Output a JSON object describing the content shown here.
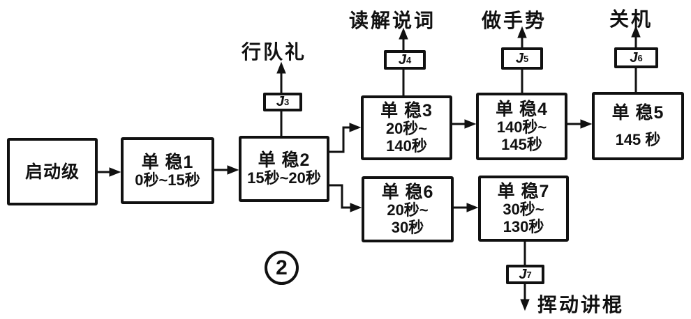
{
  "figure_label": "2",
  "colors": {
    "ink": "#111111",
    "background": "#ffffff"
  },
  "boxes": [
    {
      "id": "start",
      "lines": [
        "启动级"
      ]
    },
    {
      "id": "monostable-1",
      "lines": [
        "单 稳1",
        "0秒~15秒"
      ]
    },
    {
      "id": "monostable-2",
      "lines": [
        "单 稳2",
        "15秒~20秒"
      ]
    },
    {
      "id": "monostable-3",
      "lines": [
        "单 稳3",
        "20秒~",
        "140秒"
      ]
    },
    {
      "id": "monostable-4",
      "lines": [
        "单 稳4",
        "140秒~",
        "145秒"
      ]
    },
    {
      "id": "monostable-5",
      "lines": [
        "单 稳5",
        "145 秒"
      ]
    },
    {
      "id": "monostable-6",
      "lines": [
        "单 稳6",
        "20秒~",
        "30秒"
      ]
    },
    {
      "id": "monostable-7",
      "lines": [
        "单 稳7",
        "30秒~",
        "130秒"
      ]
    }
  ],
  "relays": [
    {
      "id": "J3",
      "letter": "J",
      "sub": "3"
    },
    {
      "id": "J4",
      "letter": "J",
      "sub": "4"
    },
    {
      "id": "J5",
      "letter": "J",
      "sub": "5"
    },
    {
      "id": "J6",
      "letter": "J",
      "sub": "6"
    },
    {
      "id": "J7",
      "letter": "J",
      "sub": "7"
    }
  ],
  "actions": {
    "salute": "行队礼",
    "read_commentary": "读解说词",
    "gesture": "做手势",
    "shutdown": "关机",
    "wave_stick": "挥动讲棍"
  }
}
